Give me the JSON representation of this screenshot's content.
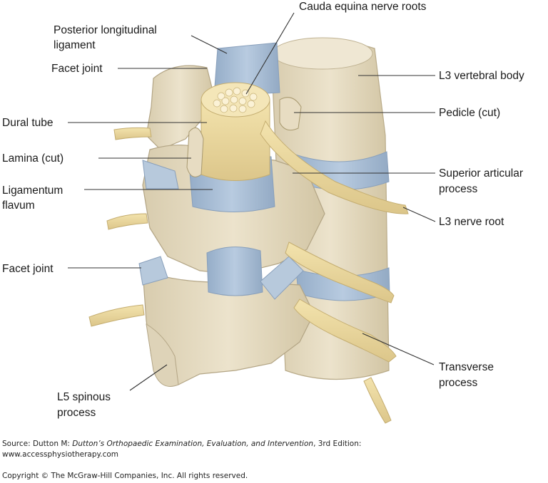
{
  "labels": {
    "cauda_equina": "Cauda equina nerve roots",
    "plig_1": "Posterior longitudinal",
    "plig_2": "ligament",
    "facet_joint_upper": "Facet joint",
    "dural_tube": "Dural tube",
    "lamina": "Lamina (cut)",
    "ligflav_1": "Ligamentum",
    "ligflav_2": "flavum",
    "facet_joint_lower": "Facet joint",
    "spinous_1": "L5 spinous",
    "spinous_2": "process",
    "l3_body": "L3 vertebral body",
    "pedicle": "Pedicle (cut)",
    "sup_art_1": "Superior articular",
    "sup_art_2": "process",
    "l3_root": "L3 nerve root",
    "transverse_1": "Transverse",
    "transverse_2": "process"
  },
  "source": {
    "prefix": "Source: Dutton M: ",
    "title": "Dutton’s Orthopaedic Examination, Evaluation, and Intervention",
    "suffix": ", 3rd Edition:",
    "url": "www.accessphysiotherapy.com"
  },
  "copyright": "Copyright © The McGraw-Hill Companies, Inc. All rights reserved.",
  "colors": {
    "bone": "#e9e0c8",
    "bone_shadow": "#c9bc9c",
    "ligament": "#a9bfd6",
    "nerve": "#eeda9c",
    "leader": "#333333"
  }
}
